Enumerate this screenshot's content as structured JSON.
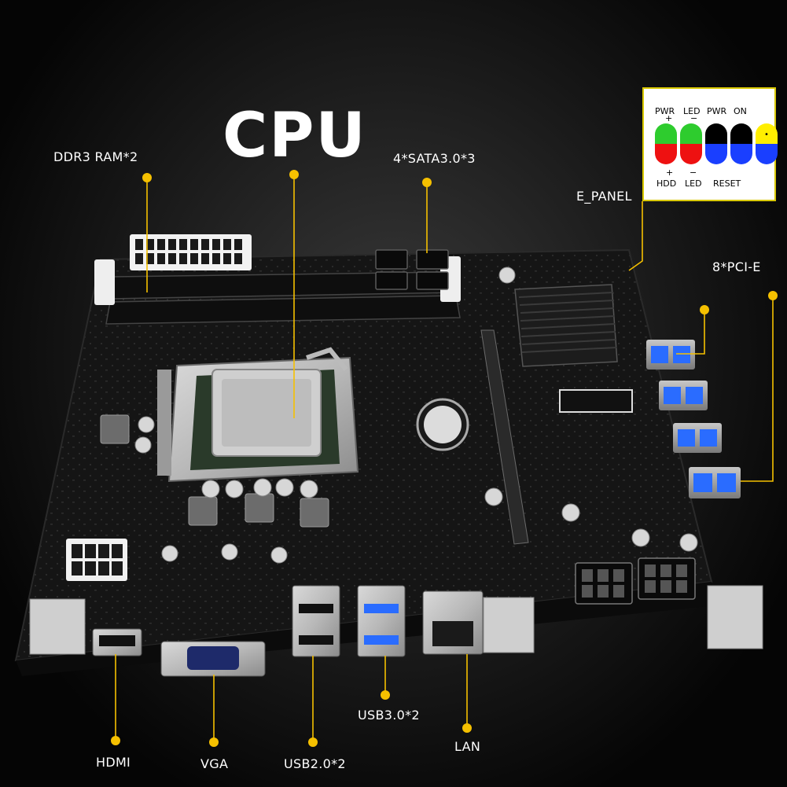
{
  "title": "CPU",
  "labels": {
    "ddr3": "DDR3 RAM*2",
    "sata": "4*SATA3.0*3",
    "e_panel": "E_PANEL",
    "pcie": "8*PCI-E",
    "hdmi": "HDMI",
    "vga": "VGA",
    "usb2": "USB2.0*2",
    "usb3": "USB3.0*2",
    "lan": "LAN"
  },
  "panel": {
    "top_labels": [
      "PWR",
      "LED",
      "PWR",
      "ON"
    ],
    "top_signs": [
      "+",
      "−"
    ],
    "bottom_labels": [
      "HDD",
      "LED",
      "RESET"
    ],
    "bottom_signs": [
      "+",
      "−"
    ],
    "pin_colors": [
      {
        "top": "#2ecc2e",
        "bottom": "#ee1111"
      },
      {
        "top": "#2ecc2e",
        "bottom": "#ee1111"
      },
      {
        "top": "#000000",
        "bottom": "#1a3fff"
      },
      {
        "top": "#000000",
        "bottom": "#1a3fff"
      },
      {
        "top": "#ffee00",
        "bottom": "#1a3fff"
      }
    ]
  },
  "colors": {
    "callout": "#f5c000",
    "board": "#161616",
    "usb3_blue": "#2a6cff",
    "background": "#000000"
  }
}
